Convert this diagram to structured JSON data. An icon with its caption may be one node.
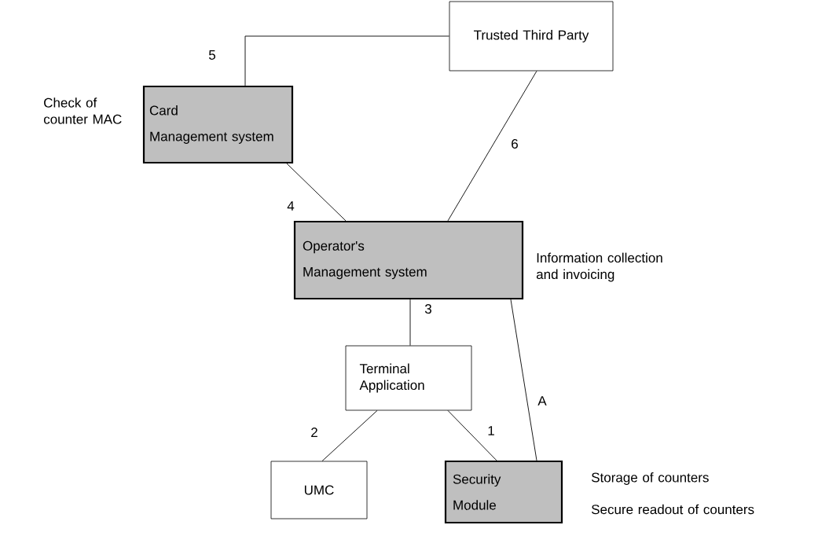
{
  "diagram": {
    "nodes": [
      {
        "text": [
          "Trusted Third Party"
        ]
      },
      {
        "text": [
          "Card",
          "Management system"
        ],
        "beside": [
          "Check of counter MAC"
        ]
      },
      {
        "text": [
          "Operator's",
          "Management system"
        ],
        "beside": [
          "Information collection and invoicing"
        ]
      },
      {
        "text": [
          "Terminal Application"
        ]
      },
      {
        "text": [
          "UMC"
        ]
      },
      {
        "text": [
          "Security",
          "Module"
        ],
        "beside": [
          "Storage of counters",
          "Secure readout of counters"
        ]
      }
    ],
    "edges": [
      {
        "from": 1,
        "to": 0,
        "arrow": "none",
        "label": "5"
      },
      {
        "from": 0,
        "to": 2,
        "arrow": "none",
        "label": "6"
      },
      {
        "from": 1,
        "to": 2,
        "arrow": "none",
        "label": "4"
      },
      {
        "from": 2,
        "to": 3,
        "arrow": "none",
        "label": "3"
      },
      {
        "from": 2,
        "to": 5,
        "arrow": "none",
        "label": "A"
      },
      {
        "from": 3,
        "to": 4,
        "arrow": "none",
        "label": "2"
      },
      {
        "from": 3,
        "to": 5,
        "arrow": "none",
        "label": "1"
      }
    ]
  }
}
